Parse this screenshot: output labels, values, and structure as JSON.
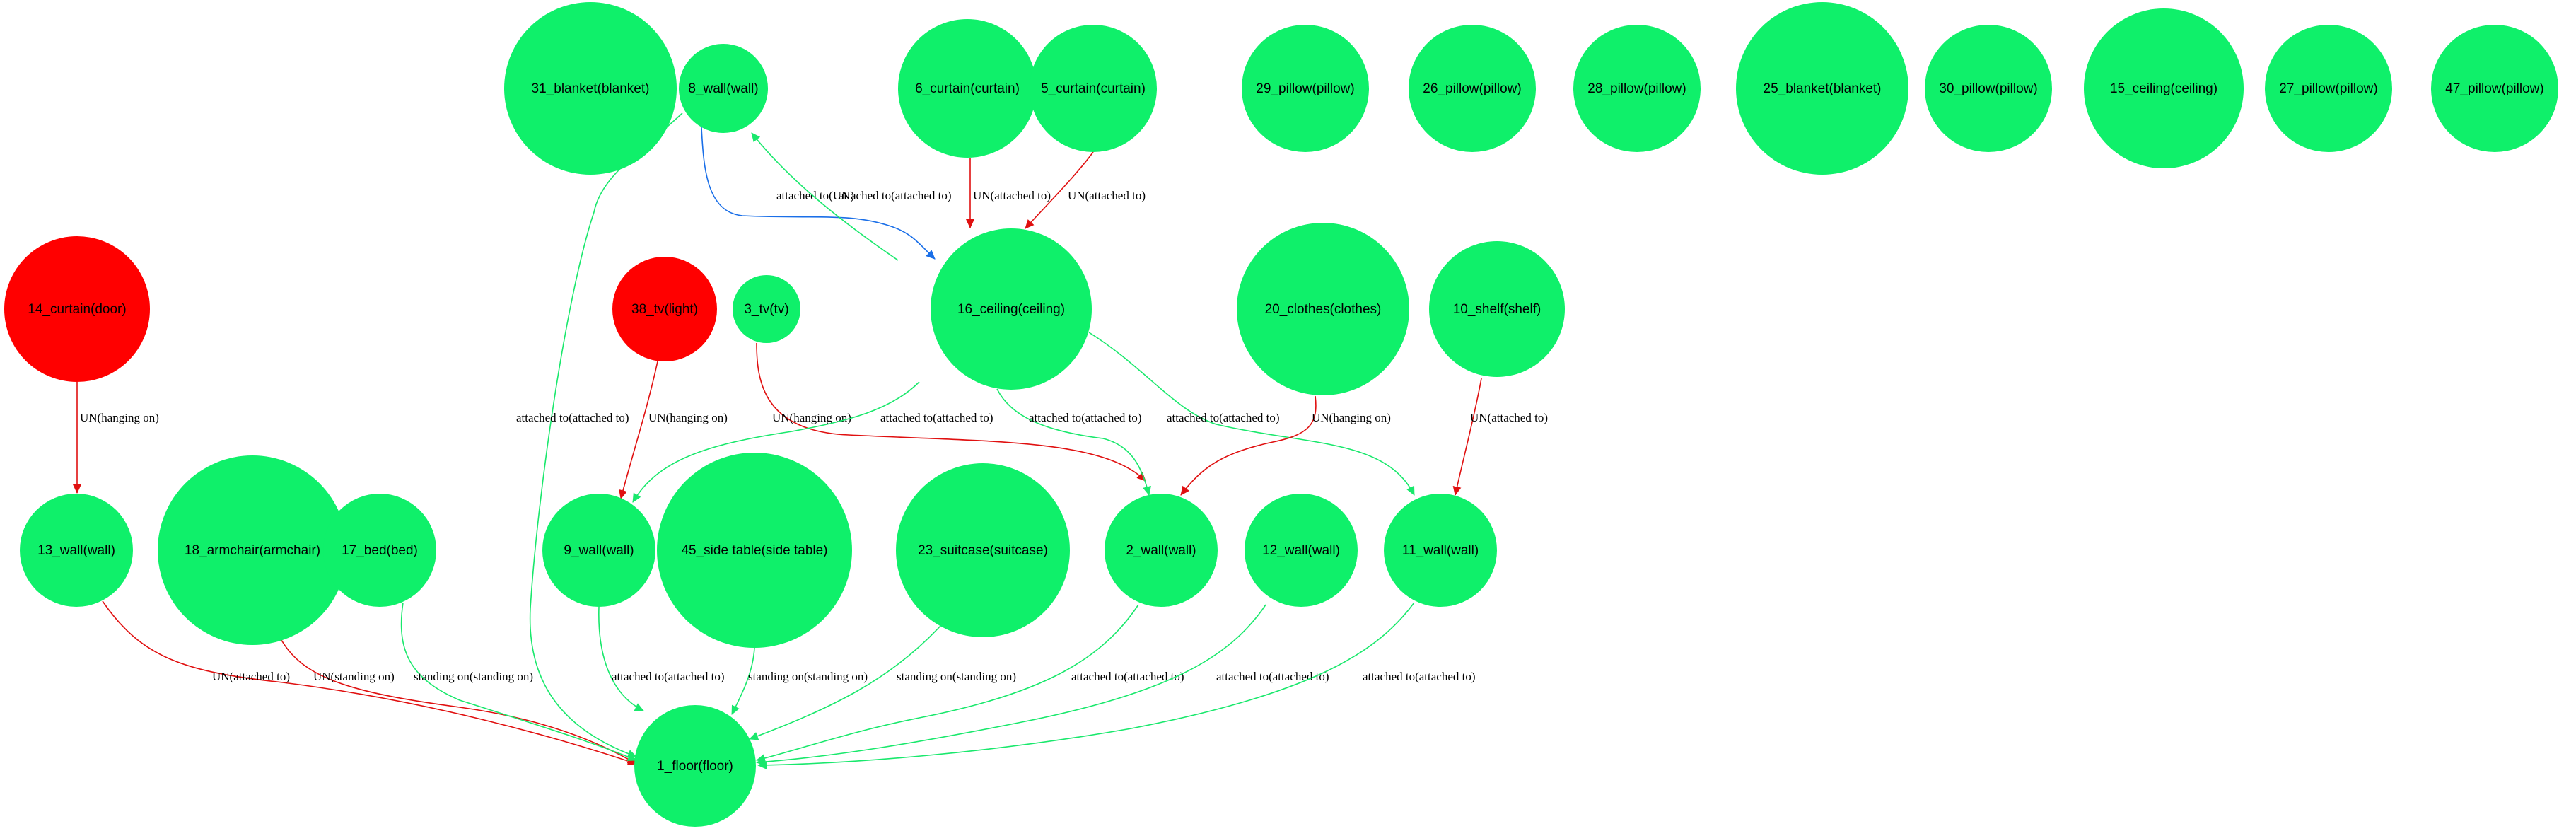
{
  "colors": {
    "node_green": "#0ff06a",
    "node_red": "#ff0000",
    "edge_green": "#19e86c",
    "edge_red": "#e01010",
    "edge_blue": "#1a6fe8"
  },
  "nodes": [
    {
      "id": "31",
      "label": "31_blanket(blanket)",
      "color": "green"
    },
    {
      "id": "8",
      "label": "8_wall(wall)",
      "color": "green"
    },
    {
      "id": "6",
      "label": "6_curtain(curtain)",
      "color": "green"
    },
    {
      "id": "5",
      "label": "5_curtain(curtain)",
      "color": "green"
    },
    {
      "id": "29",
      "label": "29_pillow(pillow)",
      "color": "green"
    },
    {
      "id": "26",
      "label": "26_pillow(pillow)",
      "color": "green"
    },
    {
      "id": "28",
      "label": "28_pillow(pillow)",
      "color": "green"
    },
    {
      "id": "25",
      "label": "25_blanket(blanket)",
      "color": "green"
    },
    {
      "id": "30",
      "label": "30_pillow(pillow)",
      "color": "green"
    },
    {
      "id": "15",
      "label": "15_ceiling(ceiling)",
      "color": "green"
    },
    {
      "id": "27",
      "label": "27_pillow(pillow)",
      "color": "green"
    },
    {
      "id": "47",
      "label": "47_pillow(pillow)",
      "color": "green"
    },
    {
      "id": "14",
      "label": "14_curtain(door)",
      "color": "red"
    },
    {
      "id": "38",
      "label": "38_tv(light)",
      "color": "red"
    },
    {
      "id": "3",
      "label": "3_tv(tv)",
      "color": "green"
    },
    {
      "id": "16",
      "label": "16_ceiling(ceiling)",
      "color": "green"
    },
    {
      "id": "20",
      "label": "20_clothes(clothes)",
      "color": "green"
    },
    {
      "id": "10",
      "label": "10_shelf(shelf)",
      "color": "green"
    },
    {
      "id": "13",
      "label": "13_wall(wall)",
      "color": "green"
    },
    {
      "id": "18",
      "label": "18_armchair(armchair)",
      "color": "green"
    },
    {
      "id": "17",
      "label": "17_bed(bed)",
      "color": "green"
    },
    {
      "id": "9",
      "label": "9_wall(wall)",
      "color": "green"
    },
    {
      "id": "45",
      "label": "45_side table(side table)",
      "color": "green"
    },
    {
      "id": "23",
      "label": "23_suitcase(suitcase)",
      "color": "green"
    },
    {
      "id": "2",
      "label": "2_wall(wall)",
      "color": "green"
    },
    {
      "id": "12",
      "label": "12_wall(wall)",
      "color": "green"
    },
    {
      "id": "11",
      "label": "11_wall(wall)",
      "color": "green"
    },
    {
      "id": "1",
      "label": "1_floor(floor)",
      "color": "green"
    }
  ],
  "edges": [
    {
      "from": "8",
      "to": "16",
      "label": "attached to(UN)",
      "color": "blue"
    },
    {
      "from": "16",
      "to": "8",
      "label": "attached to(attached to)",
      "color": "green"
    },
    {
      "from": "6",
      "to": "16",
      "label": "UN(attached to)",
      "color": "red"
    },
    {
      "from": "5",
      "to": "16",
      "label": "UN(attached to)",
      "color": "red"
    },
    {
      "from": "8",
      "to": "1",
      "label": "attached to(attached to)",
      "color": "green"
    },
    {
      "from": "14",
      "to": "13",
      "label": "UN(hanging on)",
      "color": "red"
    },
    {
      "from": "38",
      "to": "9",
      "label": "UN(hanging on)",
      "color": "red"
    },
    {
      "from": "3",
      "to": "2",
      "label": "UN(hanging on)",
      "color": "red"
    },
    {
      "from": "16",
      "to": "9",
      "label": "attached to(attached to)",
      "color": "green"
    },
    {
      "from": "16",
      "to": "2",
      "label": "attached to(attached to)",
      "color": "green"
    },
    {
      "from": "16",
      "to": "11",
      "label": "attached to(attached to)",
      "color": "green"
    },
    {
      "from": "20",
      "to": "2",
      "label": "UN(hanging on)",
      "color": "red"
    },
    {
      "from": "10",
      "to": "11",
      "label": "UN(attached to)",
      "color": "red"
    },
    {
      "from": "13",
      "to": "1",
      "label": "UN(attached to)",
      "color": "red"
    },
    {
      "from": "18",
      "to": "1",
      "label": "UN(standing on)",
      "color": "red"
    },
    {
      "from": "17",
      "to": "1",
      "label": "standing on(standing on)",
      "color": "green"
    },
    {
      "from": "9",
      "to": "1",
      "label": "attached to(attached to)",
      "color": "green"
    },
    {
      "from": "45",
      "to": "1",
      "label": "standing on(standing on)",
      "color": "green"
    },
    {
      "from": "23",
      "to": "1",
      "label": "standing on(standing on)",
      "color": "green"
    },
    {
      "from": "2",
      "to": "1",
      "label": "attached to(attached to)",
      "color": "green"
    },
    {
      "from": "12",
      "to": "1",
      "label": "attached to(attached to)",
      "color": "green"
    },
    {
      "from": "11",
      "to": "1",
      "label": "attached to(attached to)",
      "color": "green"
    }
  ]
}
